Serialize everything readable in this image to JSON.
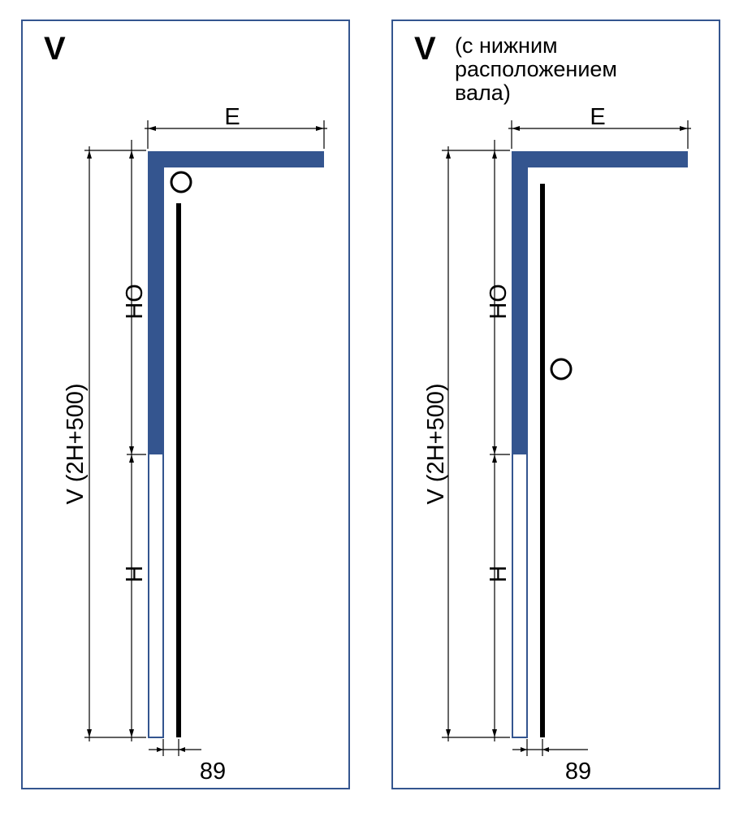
{
  "colors": {
    "border": "#34558f",
    "track": "#34558f",
    "line": "#000000"
  },
  "panels": [
    {
      "title": "V",
      "subtitle": "",
      "labels": {
        "e": "E",
        "oh": "OH",
        "v": "V (2H+500)",
        "h": "H",
        "offset": "89"
      },
      "shaft": "top"
    },
    {
      "title": "V",
      "subtitle": "(с нижним расположением вала)",
      "labels": {
        "e": "E",
        "oh": "OH",
        "v": "V (2H+500)",
        "h": "H",
        "offset": "89"
      },
      "shaft": "low"
    }
  ]
}
